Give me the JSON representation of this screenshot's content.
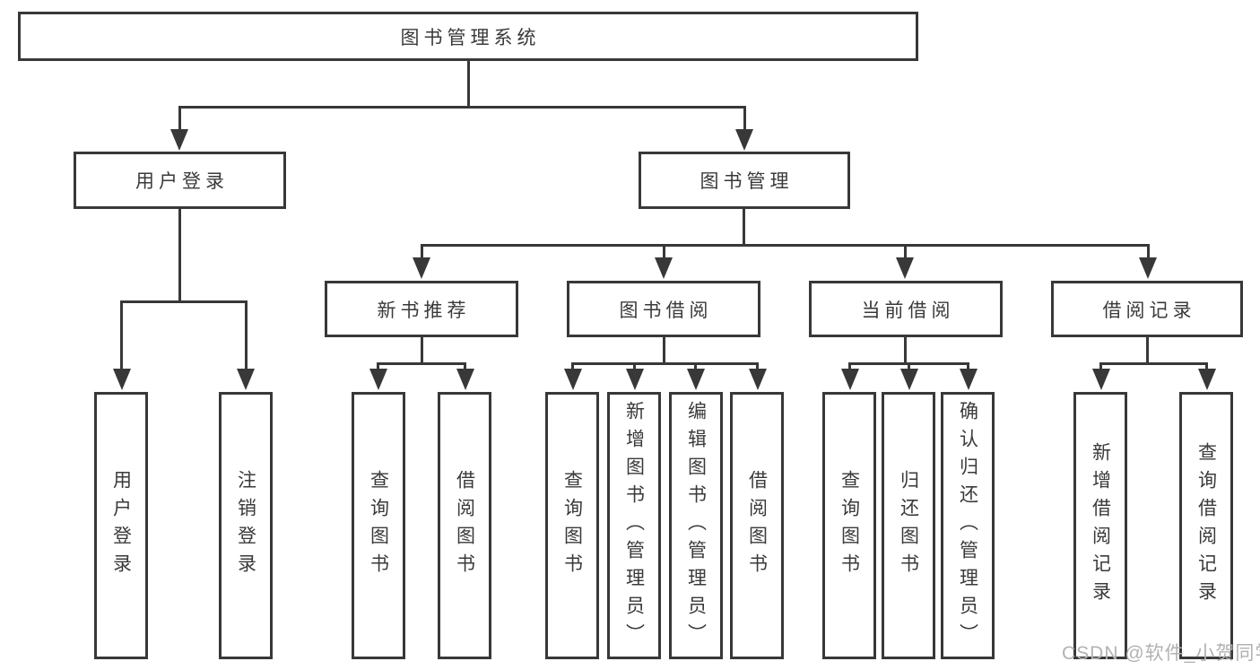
{
  "diagram": {
    "root": {
      "label": "图书管理系统"
    },
    "branches": [
      {
        "label": "用户登录",
        "leaves": [
          {
            "label": "用户登录"
          },
          {
            "label": "注销登录"
          }
        ]
      },
      {
        "label": "图书管理",
        "groups": [
          {
            "label": "新书推荐",
            "leaves": [
              {
                "label": "查询图书"
              },
              {
                "label": "借阅图书"
              }
            ]
          },
          {
            "label": "图书借阅",
            "leaves": [
              {
                "label": "查询图书"
              },
              {
                "label": "新增图书（管理员）"
              },
              {
                "label": "编辑图书（管理员）"
              },
              {
                "label": "借阅图书"
              }
            ]
          },
          {
            "label": "当前借阅",
            "leaves": [
              {
                "label": "查询图书"
              },
              {
                "label": "归还图书"
              },
              {
                "label": "确认归还（管理员）"
              }
            ]
          },
          {
            "label": "借阅记录",
            "leaves": [
              {
                "label": "新增借阅记录"
              },
              {
                "label": "查询借阅记录"
              }
            ]
          }
        ]
      }
    ]
  },
  "watermark": {
    "text": "CSDN @软件_小贺同学"
  },
  "colors": {
    "line": "#383838",
    "text": "#3a3a3a",
    "watermark": "#b2b2b2",
    "background": "#ffffff"
  }
}
